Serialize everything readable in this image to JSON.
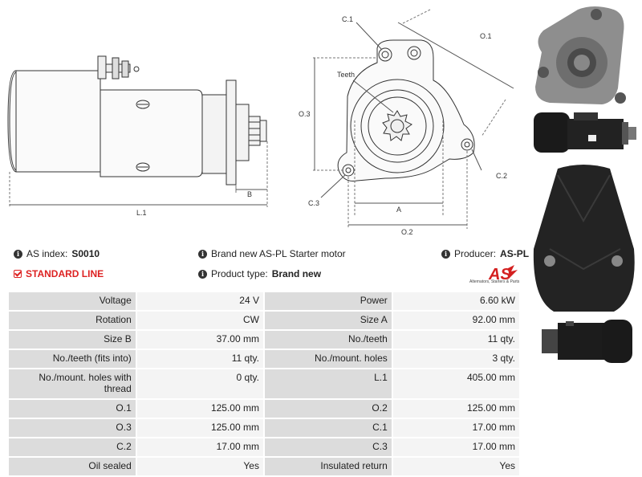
{
  "diagram": {
    "label_l1": "L.1",
    "label_b": "B",
    "label_c1": "C.1",
    "label_o1": "O.1",
    "label_teeth": "Teeth",
    "label_o3": "O.3",
    "label_c2": "C.2",
    "label_c3": "C.3",
    "label_a": "A",
    "label_o2": "O.2"
  },
  "info": {
    "index_label": "AS index:",
    "index_value": "S0010",
    "description": "Brand new AS-PL Starter motor",
    "producer_label": "Producer:",
    "producer_value": "AS-PL",
    "line_label": "STANDARD LINE",
    "type_label": "Product type:",
    "type_value": "Brand new"
  },
  "logo": {
    "text": "AS",
    "tagline": "Alternators, Starters & Parts",
    "color": "#d42020"
  },
  "specs": [
    {
      "l1": "Voltage",
      "v1": "24 V",
      "l2": "Power",
      "v2": "6.60 kW"
    },
    {
      "l1": "Rotation",
      "v1": "CW",
      "l2": "Size A",
      "v2": "92.00 mm"
    },
    {
      "l1": "Size B",
      "v1": "37.00 mm",
      "l2": "No./teeth",
      "v2": "11 qty."
    },
    {
      "l1": "No./teeth (fits into)",
      "v1": "11 qty.",
      "l2": "No./mount. holes",
      "v2": "3 qty."
    },
    {
      "l1": "No./mount. holes with thread",
      "v1": "0 qty.",
      "l2": "L.1",
      "v2": "405.00 mm"
    },
    {
      "l1": "O.1",
      "v1": "125.00 mm",
      "l2": "O.2",
      "v2": "125.00 mm"
    },
    {
      "l1": "O.3",
      "v1": "125.00 mm",
      "l2": "C.1",
      "v2": "17.00 mm"
    },
    {
      "l1": "C.2",
      "v1": "17.00 mm",
      "l2": "C.3",
      "v2": "17.00 mm"
    },
    {
      "l1": "Oil sealed",
      "v1": "Yes",
      "l2": "Insulated return",
      "v2": "Yes"
    }
  ]
}
